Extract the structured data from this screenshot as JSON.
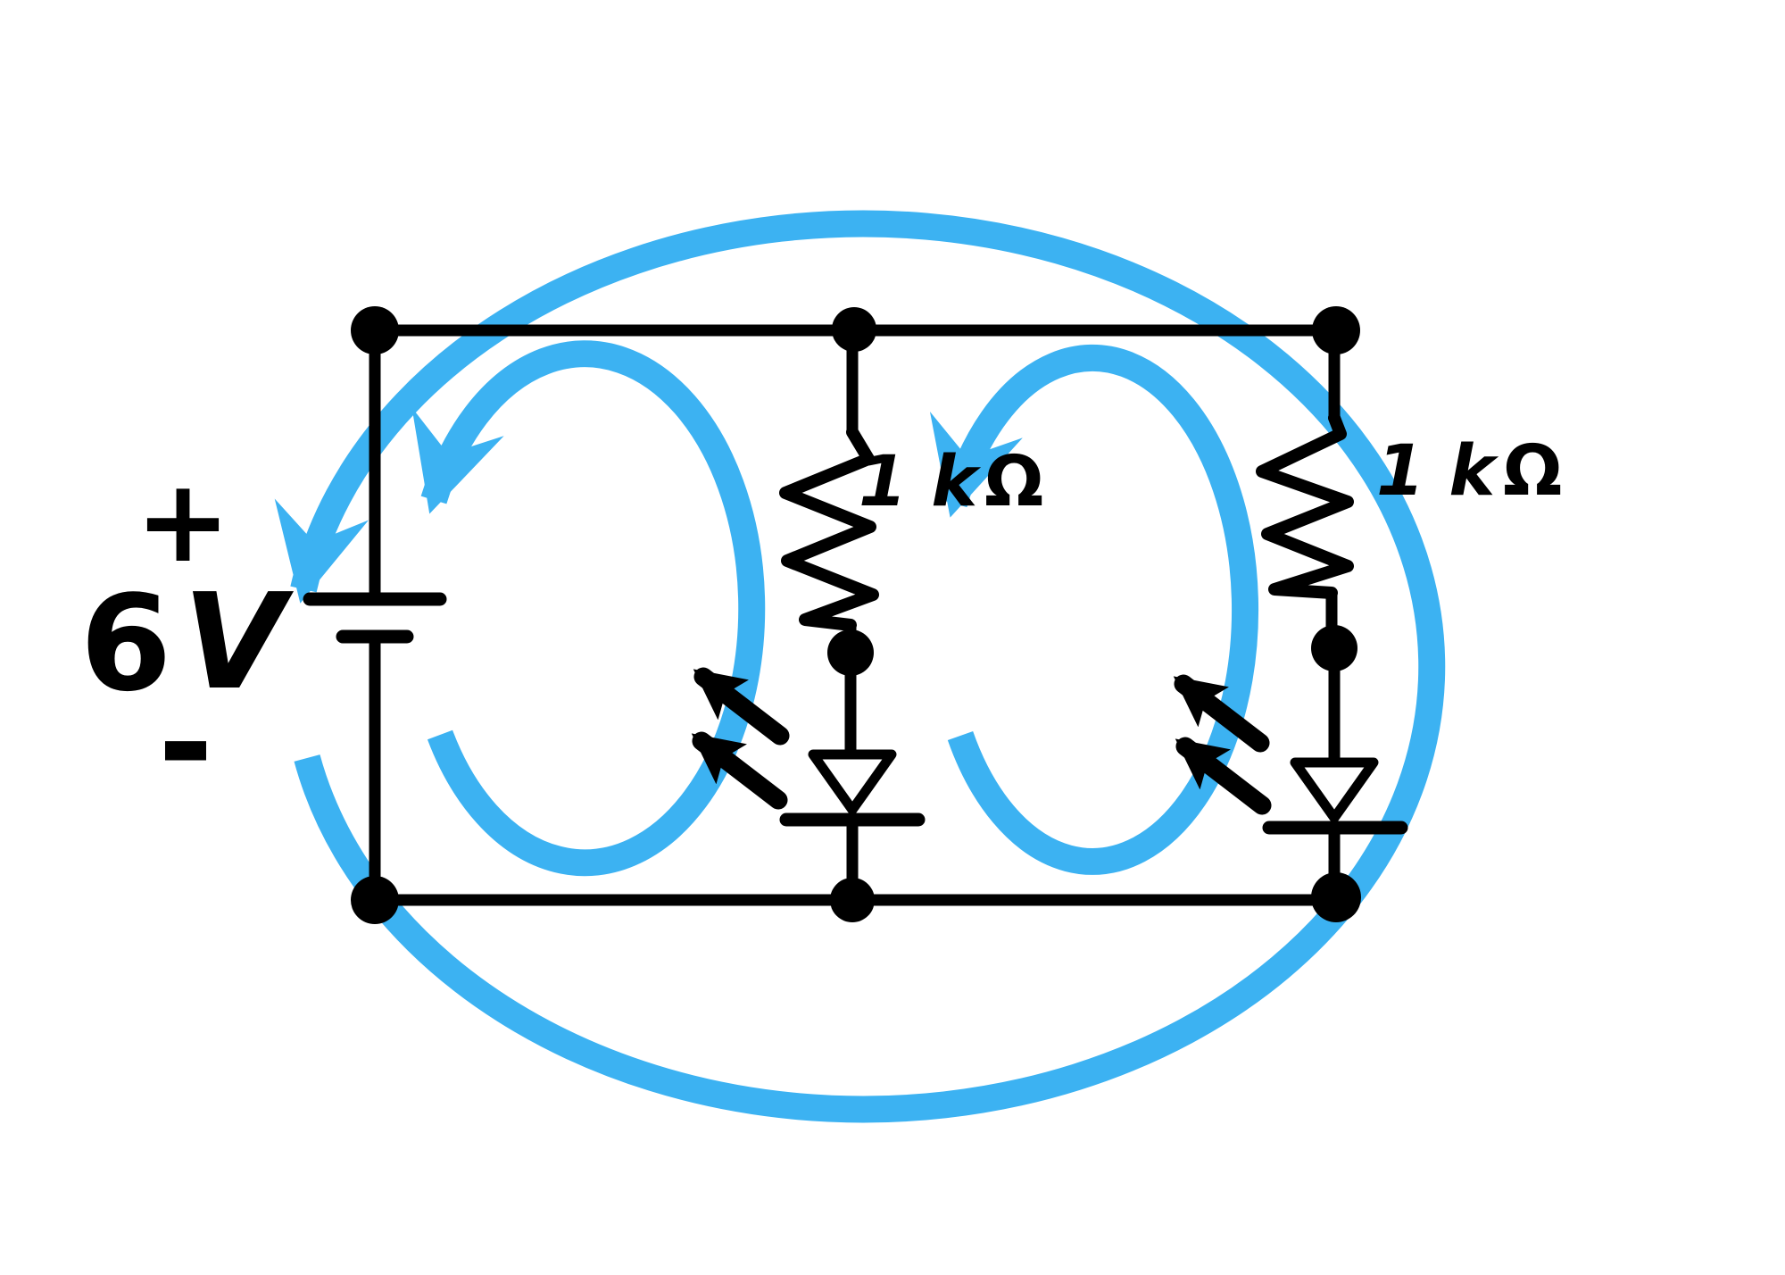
{
  "diagram": {
    "type": "circuit-schematic",
    "battery": {
      "plus_label": "+",
      "voltage_value": "6",
      "voltage_unit": "V",
      "minus_label": "-"
    },
    "resistors": [
      {
        "value": "1 k",
        "unit": "Ω"
      },
      {
        "value": "1 k",
        "unit": "Ω"
      }
    ],
    "icons": {
      "battery": "battery-symbol",
      "resistor": "resistor-zigzag-icon",
      "led": "led-diode-icon",
      "junction": "junction-dot",
      "emission": "light-emission-arrow-icon",
      "loop": "current-loop-arrow-icon"
    }
  },
  "colors": {
    "ink": "#000000",
    "loop_blue": "#3CB2F2",
    "background": "#FFFFFF"
  }
}
